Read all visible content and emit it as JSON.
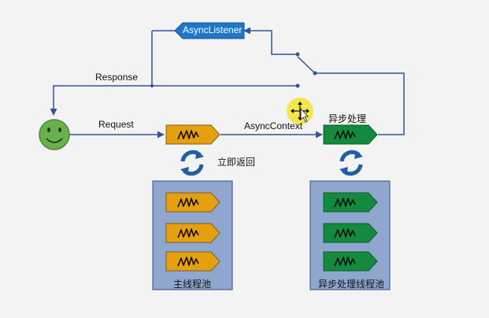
{
  "labels": {
    "async_listener": "AsyncListener",
    "response": "Response",
    "request": "Request",
    "async_context": "AsyncContext",
    "async_processing": "异步处理",
    "return_immediately": "立即返回",
    "main_pool": "主线程池",
    "async_pool": "异步处理线程池"
  },
  "colors": {
    "line": "#2f5597",
    "orange_fill": "#e6a00f",
    "orange_stroke": "#7f5f16",
    "green_fill": "#138a3e",
    "green_stroke": "#0b5a28",
    "pool_fill": "#8fa6cf",
    "pool_stroke": "#2f4f7f",
    "listener_fill": "#1f77c9",
    "smiley_fill": "#6ab04c",
    "cursor_highlight": "#f4e33a"
  },
  "icons": [
    "smiley-face-icon",
    "cycle-arrows-icon",
    "wave-icon",
    "move-cursor-icon"
  ]
}
